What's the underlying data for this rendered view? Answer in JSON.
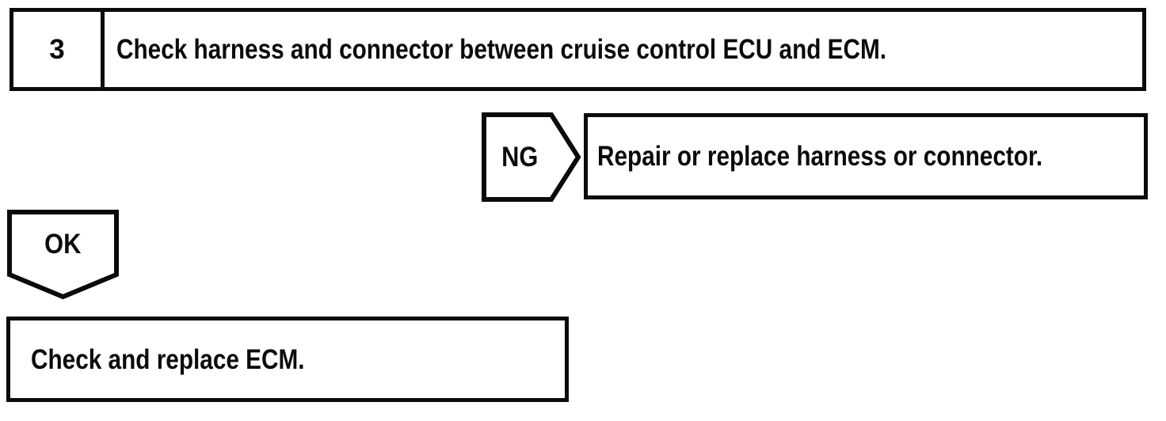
{
  "step": {
    "number": "3",
    "title": "Check harness and connector between cruise control ECU and ECM."
  },
  "ng_branch": {
    "label": "NG",
    "action": "Repair or replace harness or connector."
  },
  "ok_branch": {
    "label": "OK",
    "action": "Check and replace ECM."
  },
  "colors": {
    "ink": "#0b0b0b",
    "background": "#ffffff"
  }
}
